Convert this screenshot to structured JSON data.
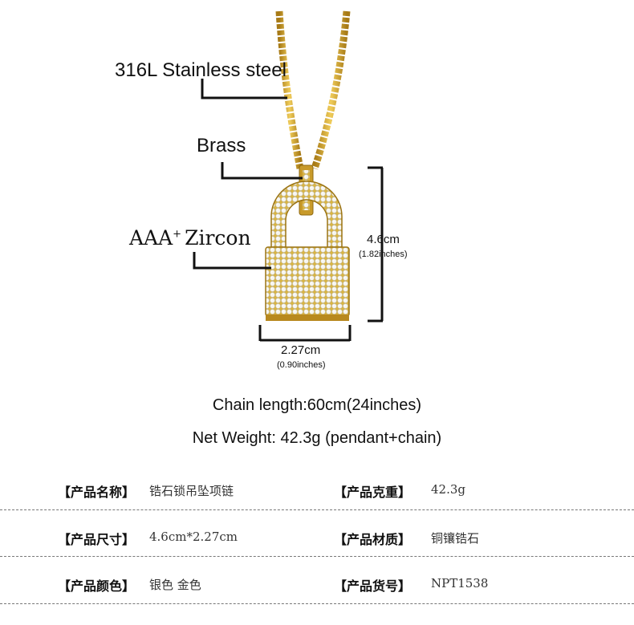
{
  "callouts": {
    "steel": "316L Stainless steel",
    "brass": "Brass",
    "zircon_main": "AAA",
    "zircon_sup": "+",
    "zircon_rest": "Zircon"
  },
  "dimensions": {
    "height_cm": "4.6cm",
    "height_in": "(1.82inches)",
    "width_cm": "2.27cm",
    "width_in": "(0.90inches)"
  },
  "info": {
    "chain_length": "Chain length:60cm(24inches)",
    "net_weight": "Net Weight: 42.3g (pendant+chain)"
  },
  "specs": [
    {
      "left_key": "【产品名称】",
      "left_val": "锆石锁吊坠项链",
      "right_key": "【产品克重】",
      "right_val": "42.3g"
    },
    {
      "left_key": "【产品尺寸】",
      "left_val": "4.6cm*2.27cm",
      "right_key": "【产品材质】",
      "right_val": "铜镶锆石"
    },
    {
      "left_key": "【产品颜色】",
      "left_val": "银色 金色",
      "right_key": "【产品货号】",
      "right_val": "NPT1538"
    }
  ],
  "colors": {
    "gold": "#d4a52a",
    "gold_dark": "#9c7412",
    "zircon": "#f3f1ea"
  }
}
